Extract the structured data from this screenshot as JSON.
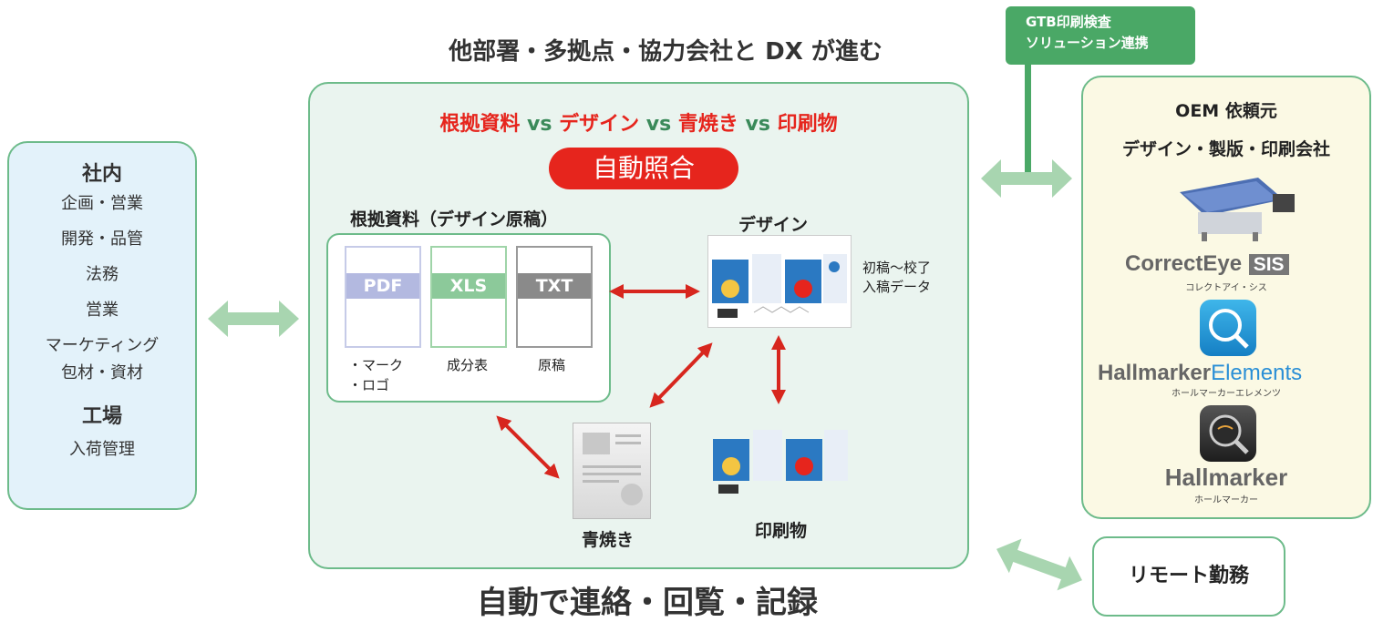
{
  "top_heading": "他部署・多拠点・協力会社と DX が進む",
  "bottom_heading": "自動で連絡・回覧・記録",
  "gtb_tag": {
    "line1": "GTB印刷検査",
    "line2": "ソリューション連携"
  },
  "left_panel": {
    "group1_title": "社内",
    "group1_items": [
      "企画・営業",
      "開発・品管",
      "法務",
      "営業",
      "マーケティング",
      "包材・資材"
    ],
    "group2_title": "工場",
    "group2_items": [
      "入荷管理"
    ]
  },
  "center": {
    "compare_title": {
      "part1": "根拠資料",
      "vs1": " vs ",
      "part2": "デザイン",
      "vs2": " vs ",
      "part3": "青焼き",
      "vs3": " vs ",
      "part4": "印刷物"
    },
    "auto_match_label": "自動照合",
    "source_docs_title": "根拠資料（デザイン原稿）",
    "doc_types": [
      "PDF",
      "XLS",
      "TXT"
    ],
    "doc_captions": {
      "pdf_line1": "・マーク",
      "pdf_line2": "・ロゴ",
      "xls": "成分表",
      "txt": "原稿"
    },
    "design_label": "デザイン",
    "design_note_line1": "初稿〜校了",
    "design_note_line2": "入稿データ",
    "blueprint_label": "青焼き",
    "print_label": "印刷物"
  },
  "right_panel": {
    "title_line1": "OEM 依頼元",
    "title_line2": "デザイン・製版・印刷会社",
    "products": [
      {
        "name_a": "CorrectEye",
        "name_b": "SIS",
        "kana": "コレクトアイ・シス"
      },
      {
        "name_a": "Hallmarker",
        "name_b": "Elements",
        "kana": "ホールマーカーエレメンツ"
      },
      {
        "name_a": "Hallmarker",
        "name_b": "",
        "kana": "ホールマーカー"
      }
    ]
  },
  "remote_label": "リモート勤務",
  "colors": {
    "panel_border": "#6dbb8a",
    "accent_red": "#e6251d",
    "arrow_green": "#a8d5b0",
    "gtb_green": "#4aa866"
  }
}
